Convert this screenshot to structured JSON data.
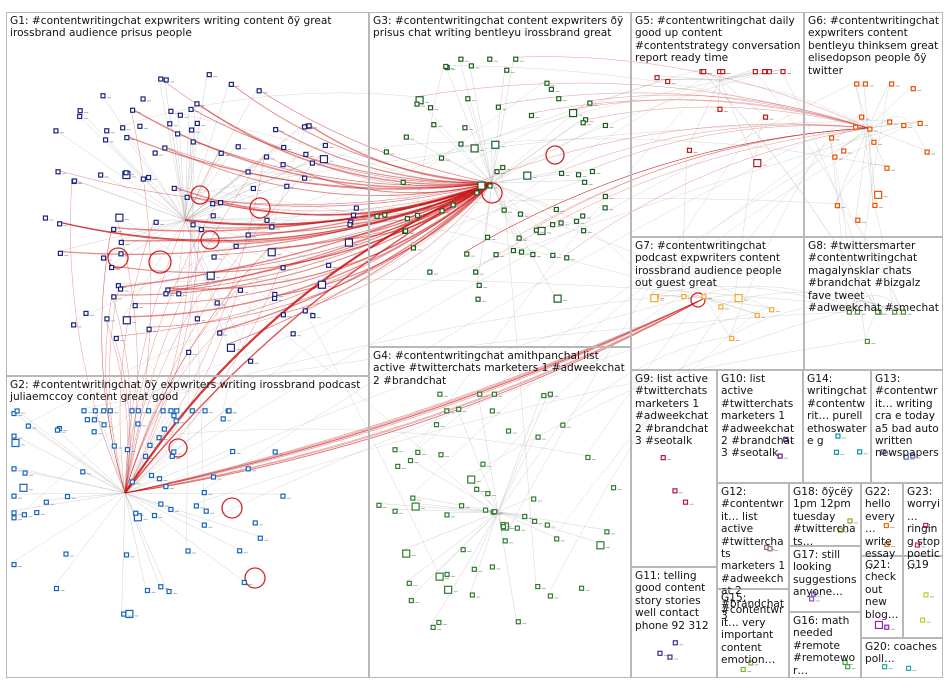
{
  "groups": [
    {
      "id": "G1",
      "label": "G1: #contentwritingchat expwriters writing content ðÿ great irossbrand audience prisus people",
      "color": "#1a237e",
      "count": 110
    },
    {
      "id": "G2",
      "label": "G2: #contentwritingchat ðÿ expwriters writing irossbrand podcast juliaemccoy content great good",
      "color": "#1565c0",
      "count": 80
    },
    {
      "id": "G3",
      "label": "G3: #contentwritingchat content expwriters ðÿ prisus chat writing bentleyu irossbrand great",
      "color": "#1b5e20",
      "count": 75
    },
    {
      "id": "G4",
      "label": "G4: #contentwritingchat amithpanchal list active #twitterchats marketers 1 #adweekchat 2 #brandchat",
      "color": "#2e7d32",
      "count": 60
    },
    {
      "id": "G5",
      "label": "G5: #contentwritingchat daily good up content #contentstrategy conversation report ready time",
      "color": "#b71c1c",
      "count": 14
    },
    {
      "id": "G6",
      "label": "G6: #contentwritingchat expwriters content bentleyu thinksem great elisedopson people ðÿ twitter",
      "color": "#e65100",
      "count": 20
    },
    {
      "id": "G7",
      "label": "G7: #contentwritingchat podcast expwriters content irossbrand audience people out guest great",
      "color": "#f9a825",
      "count": 9
    },
    {
      "id": "G8",
      "label": "G8: #twittersmarter #contentwritingchat magalynsklar chats #brandchat #bizgalz fave tweet #adweekchat #smechat",
      "color": "#558b2f",
      "count": 7
    },
    {
      "id": "G9",
      "label": "G9: list active #twitterchats marketers 1 #adweekchat 2 #brandchat 3 #seotalk",
      "color": "#ad1457",
      "count": 3
    },
    {
      "id": "G10",
      "label": "G10: list active #twitterchats marketers 1 #adweekchat 2 #brandchat 3 #seotalk",
      "color": "#6a1b9a",
      "count": 2
    },
    {
      "id": "G11",
      "label": "G11: telling good content story stories well contact phone 92 312",
      "color": "#4527a0",
      "count": 3
    },
    {
      "id": "G12",
      "label": "G12: #contentwrit… list active #twitterchats marketers 1 #adweekchat 2 #brandchat 3",
      "color": "#8d6e63",
      "count": 2
    },
    {
      "id": "G13",
      "label": "G13: #contentwrit… writing cra e today a5 bad auto written newspapers",
      "color": "#5c6bc0",
      "count": 3
    },
    {
      "id": "G14",
      "label": "G14: writingchat #contentwrit… purell ethoswater e g",
      "color": "#0097a7",
      "count": 3
    },
    {
      "id": "G15",
      "label": "G15: #contentwrit… very important content emotion…",
      "color": "#7cb342",
      "count": 2
    },
    {
      "id": "G16",
      "label": "G16: math needed #remote #remotewor…",
      "color": "#43a047",
      "count": 2
    },
    {
      "id": "G17",
      "label": "G17: still looking suggestions anyone…",
      "color": "#7e57c2",
      "count": 2
    },
    {
      "id": "G18",
      "label": "G18: ðÿcëÿ 1pm 12pm tuesday #twitterchats…",
      "color": "#9e9d24",
      "count": 2
    },
    {
      "id": "G19",
      "label": "G19",
      "color": "#c0ca33",
      "count": 2
    },
    {
      "id": "G20",
      "label": "G20: coaches poll…",
      "color": "#26a69a",
      "count": 2
    },
    {
      "id": "G21",
      "label": "G21: check out new blog…",
      "color": "#8e24aa",
      "count": 2
    },
    {
      "id": "G22",
      "label": "G22: hello every… write essay…",
      "color": "#ef6c00",
      "count": 2
    },
    {
      "id": "G23",
      "label": "G23: worryi… ringing stop poetic…",
      "color": "#d81b60",
      "count": 2
    }
  ],
  "edge_color": "#cc1111"
}
